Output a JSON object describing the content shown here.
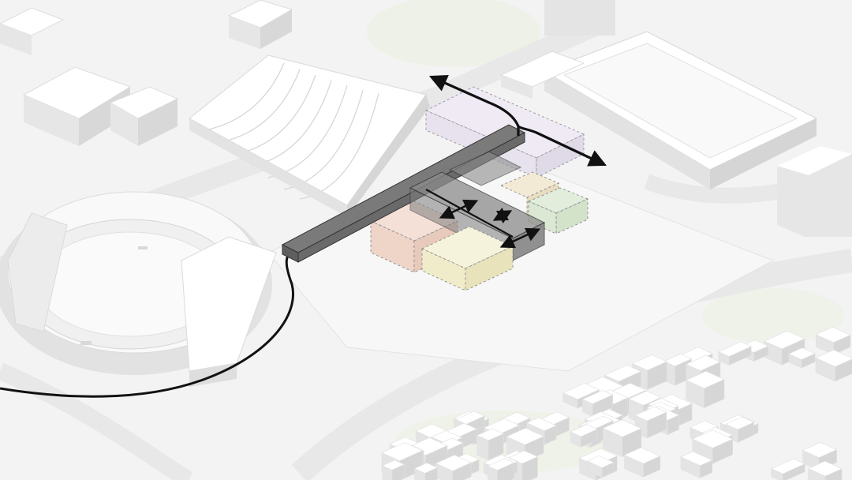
{
  "diagram": {
    "colors": {
      "ground": "#f3f3f3",
      "building_top": "#ffffff",
      "building_side": "#e4e4e4",
      "road": "#ebebeb",
      "green_area": "#eaefe3",
      "spine_bar": "#6f6f6f",
      "path_line": "#111111",
      "block_pink": "#f2d9cf",
      "block_yellow": "#f3f0d4",
      "block_green": "#dbe8d4",
      "block_lavender": "#ece7f2",
      "block_beige": "#efe3c9"
    },
    "elements": {
      "stadium": "track-stadium",
      "stepped_roof_building": "stepped-roof-hall",
      "arena": "grid-roof-arena",
      "program_blocks": [
        "pink",
        "yellow",
        "green",
        "beige",
        "lavender"
      ],
      "connections": [
        "exit-arrow-north",
        "exit-arrow-east",
        "internal-arrow-1",
        "internal-arrow-2",
        "internal-arrow-3"
      ]
    }
  }
}
